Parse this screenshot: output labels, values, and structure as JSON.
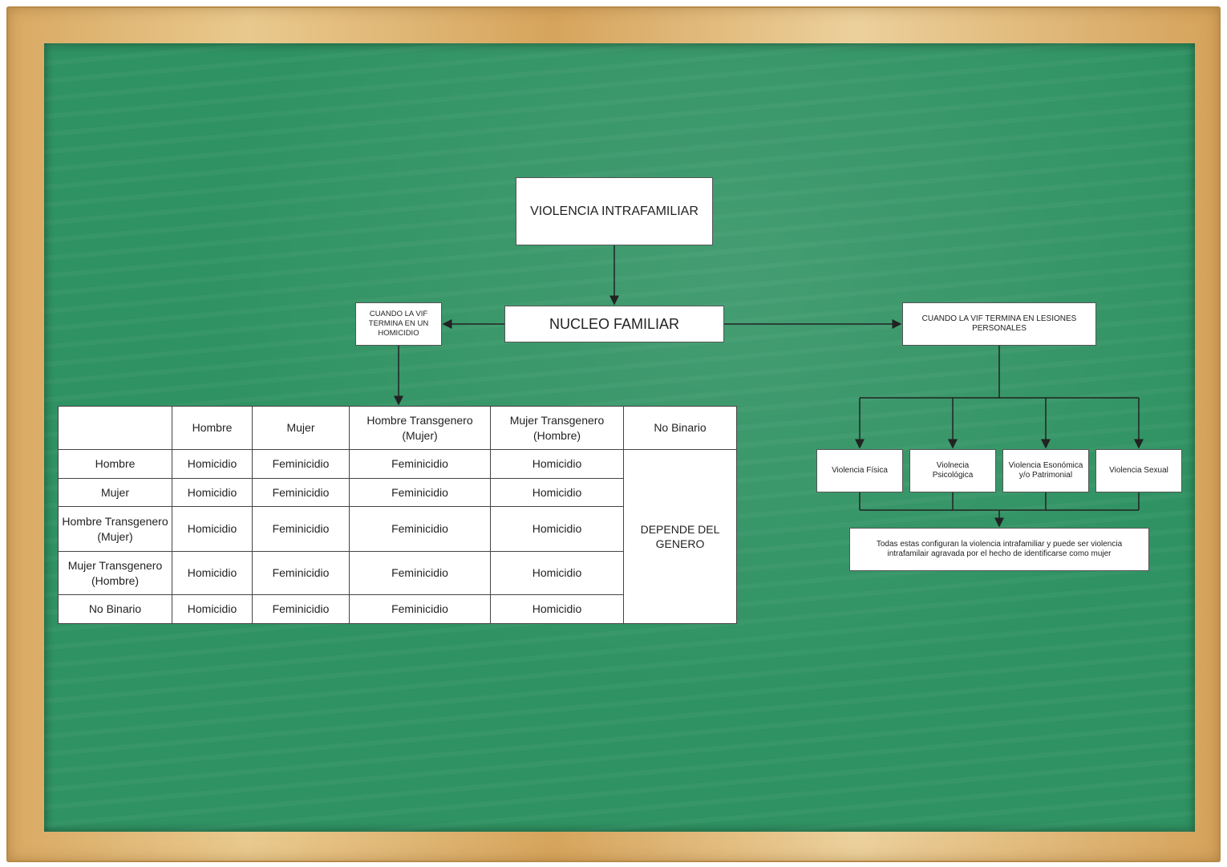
{
  "title": "VIOLENCIA INTRAFAMILIAR",
  "nucleo": "NUCLEO FAMILIAR",
  "left_branch": "CUANDO LA VIF TERMINA EN UN HOMICIDIO",
  "right_branch": "CUANDO LA VIF TERMINA EN LESIONES PERSONALES",
  "violence_types": [
    "Violencia Física",
    "Violnecia Psicológica",
    "Violencia Esonómica y/o Patrimonial",
    "Violencia Sexual"
  ],
  "conclusion": "Todas estas configuran la violencia intrafamiliar y puede ser violencia intrafamilair agravada por el hecho de identificarse como mujer",
  "table": {
    "columns": [
      "",
      "Hombre",
      "Mujer",
      "Hombre Transgenero (Mujer)",
      "Mujer Transgenero (Hombre)",
      "No Binario"
    ],
    "rows": [
      {
        "label": "Hombre",
        "cells": [
          "Homicidio",
          "Feminicidio",
          "Feminicidio",
          "Homicidio"
        ]
      },
      {
        "label": "Mujer",
        "cells": [
          "Homicidio",
          "Feminicidio",
          "Feminicidio",
          "Homicidio"
        ]
      },
      {
        "label": "Hombre Transgenero (Mujer)",
        "cells": [
          "Homicidio",
          "Feminicidio",
          "Feminicidio",
          "Homicidio"
        ]
      },
      {
        "label": "Mujer Transgenero (Hombre)",
        "cells": [
          "Homicidio",
          "Feminicidio",
          "Feminicidio",
          "Homicidio"
        ]
      },
      {
        "label": "No Binario",
        "cells": [
          "Homicidio",
          "Feminicidio",
          "Feminicidio",
          "Homicidio"
        ]
      }
    ],
    "merged_cell": "DEPENDE DEL GENERO"
  },
  "colors": {
    "board": "#2f9262",
    "frame": "#d9a962",
    "box": "#ffffff",
    "line": "#222222"
  }
}
